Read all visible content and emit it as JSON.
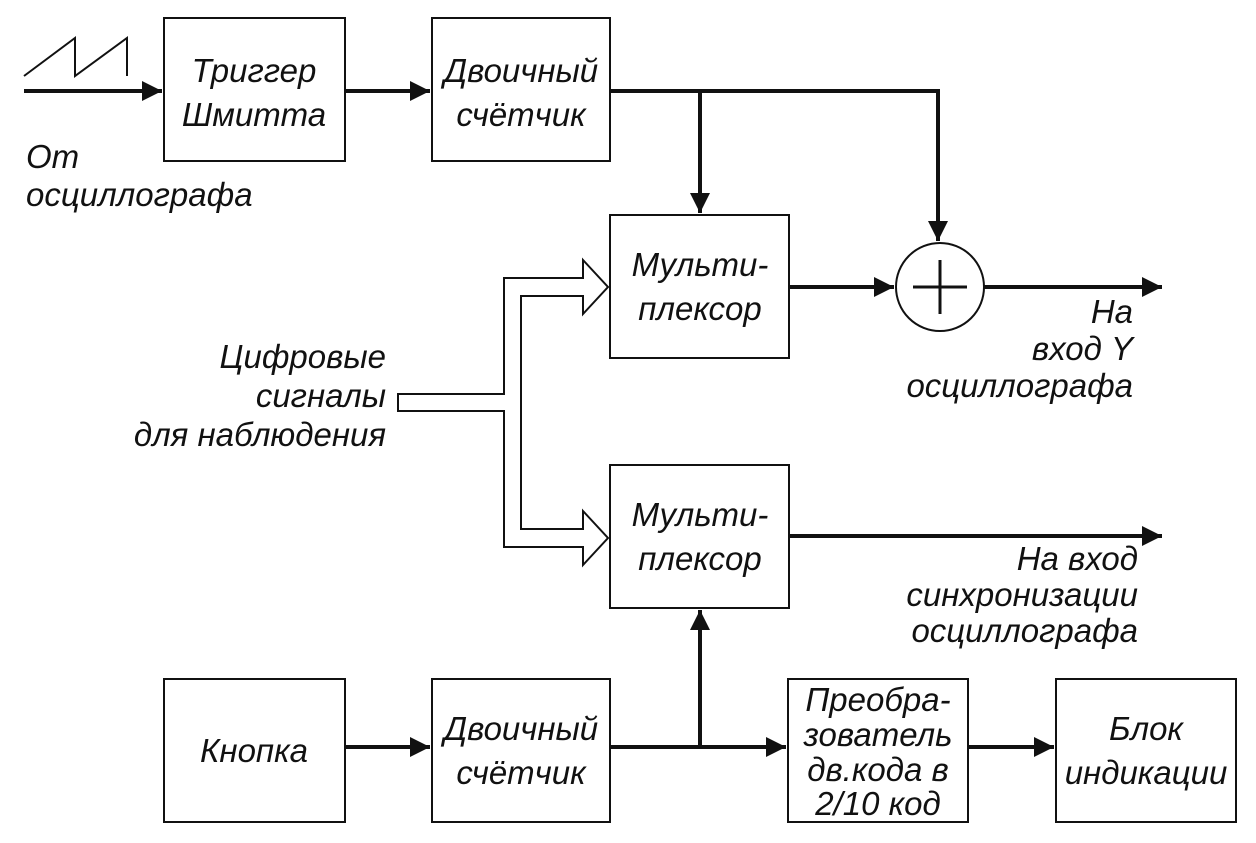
{
  "blocks": {
    "schmitt_trigger": {
      "line1": "Триггер",
      "line2": "Шмитта"
    },
    "binary_counter_top": {
      "line1": "Двоичный",
      "line2": "счётчик"
    },
    "multiplexer_top": {
      "line1": "Мульти-",
      "line2": "плексор"
    },
    "multiplexer_bottom": {
      "line1": "Мульти-",
      "line2": "плексор"
    },
    "button": {
      "line1": "Кнопка"
    },
    "binary_counter_bottom": {
      "line1": "Двоичный",
      "line2": "счётчик"
    },
    "converter": {
      "line1": "Преобра-",
      "line2": "зователь",
      "line3": "дв.кода в",
      "line4": "2/10 код"
    },
    "display_unit": {
      "line1": "Блок",
      "line2": "индикации"
    }
  },
  "labels": {
    "from_oscilloscope": {
      "line1": "От",
      "line2": "осциллографа"
    },
    "digital_signals": {
      "line1": "Цифровые",
      "line2": "сигналы",
      "line3": "для наблюдения"
    },
    "to_y_input": {
      "line1": "На",
      "line2": "вход Y",
      "line3": "осциллографа"
    },
    "to_sync_input": {
      "line1": "На вход",
      "line2": "синхронизации",
      "line3": "осциллографа"
    }
  },
  "icons": {
    "summing_junction": "plus-circle-icon",
    "input_waveform": "sawtooth-wave-icon"
  }
}
